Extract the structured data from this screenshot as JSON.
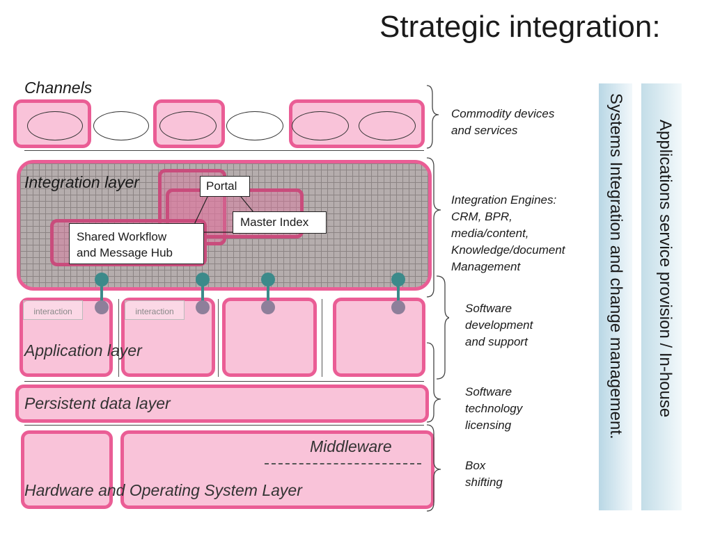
{
  "title": "Strategic integration:",
  "layers": {
    "channels": "Channels",
    "integration": "Integration layer",
    "application": "Application layer",
    "persistent": "Persistent data layer",
    "middleware": "Middleware",
    "hardware": "Hardware and Operating System Layer"
  },
  "callouts": {
    "portal": "Portal",
    "master_index": "Master Index",
    "workflow_line1": "Shared Workflow",
    "workflow_line2": "and Message Hub"
  },
  "app_tags": [
    "interaction",
    "interaction"
  ],
  "brace_labels": {
    "commodity": "Commodity devices\nand services",
    "integration_engines": "Integration Engines:\nCRM, BPR,\nmedia/content,\nKnowledge/document\nManagement",
    "software_dev": "Software\ndevelopment\nand support",
    "software_licensing": "Software\ntechnology\nlicensing",
    "box_shifting": "Box\nshifting"
  },
  "side_bars": {
    "systems_integration": "Systems Integration and change management.",
    "applications_service": "Applications service provision / In-house"
  },
  "colors": {
    "pink_fill": "#f9c3d9",
    "pink_border": "#ea5d95",
    "teal": "#3c8a8a",
    "mauve": "#8e7f9a"
  }
}
